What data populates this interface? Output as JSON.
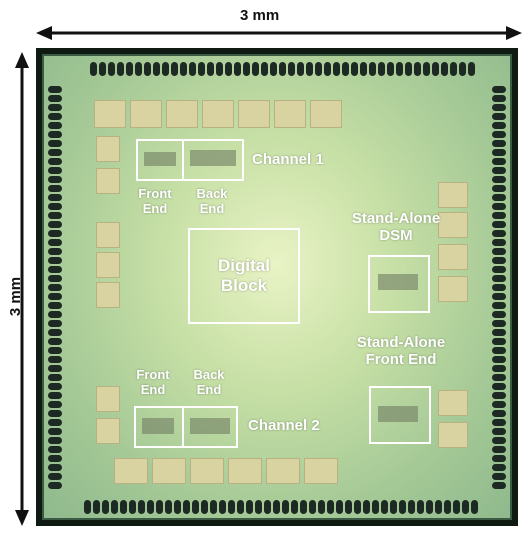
{
  "dimensions": {
    "width_label": "3 mm",
    "height_label": "3 mm"
  },
  "labels": {
    "channel1": "Channel 1",
    "channel2": "Channel 2",
    "front_end_top": "Front\nEnd",
    "back_end_top": "Back\nEnd",
    "front_end_bottom": "Front\nEnd",
    "back_end_bottom": "Back\nEnd",
    "digital_block": "Digital\nBlock",
    "standalone_dsm": "Stand-Alone\nDSM",
    "standalone_front_end": "Stand-Alone\nFront End"
  }
}
